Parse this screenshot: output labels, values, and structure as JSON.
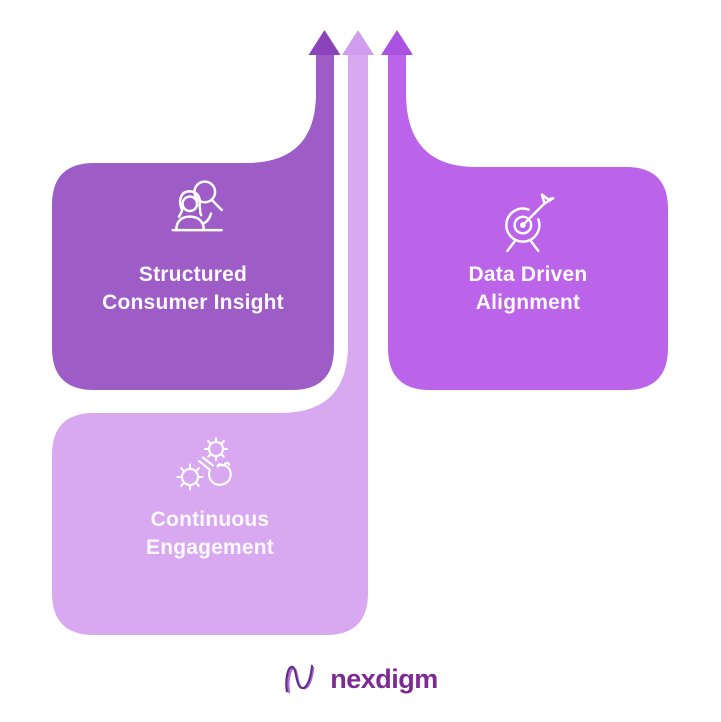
{
  "page": {
    "background": "#ffffff",
    "text_color": "#FDFAFF"
  },
  "cards": [
    {
      "name": "structured-consumer-insight",
      "title_line1": "Structured",
      "title_line2": "Consumer Insight",
      "icon": "person-magnifier-icon",
      "fill": "#9E5CC7",
      "arrowhead_fill": "#8B42BA"
    },
    {
      "name": "data-driven-alignment",
      "title_line1": "Data Driven",
      "title_line2": "Alignment",
      "icon": "target-dart-icon",
      "fill": "#BB64E9",
      "arrowhead_fill": "#AC52E2"
    },
    {
      "name": "continuous-engagement",
      "title_line1": "Continuous",
      "title_line2": "Engagement",
      "icon": "gears-hand-icon",
      "fill": "#D8A8F0",
      "arrowhead_fill": "#D09CEE"
    }
  ],
  "logo": {
    "text": "nexdigm",
    "text_color": "#7C2B93",
    "mark_color_dark": "#5F2C87",
    "mark_color_mid": "#8847B0",
    "mark_color_light": "#B06CD6"
  }
}
